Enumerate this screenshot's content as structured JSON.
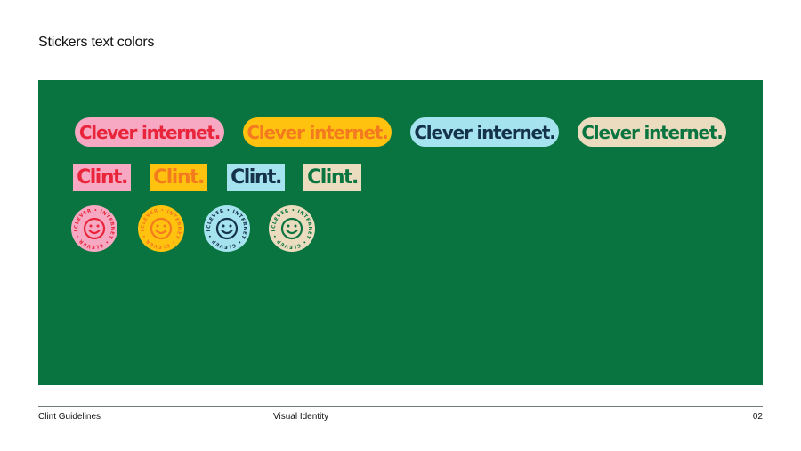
{
  "page": {
    "title": "Stickers text colors"
  },
  "panel": {
    "background": "#0a7440"
  },
  "stickers": {
    "pills": [
      {
        "text": "Clever internet.",
        "bg": "#f7a8c2",
        "fg": "#e8253a"
      },
      {
        "text": "Clever internet.",
        "bg": "#ffc20e",
        "fg": "#f47a1f"
      },
      {
        "text": "Clever internet.",
        "bg": "#a5e3ef",
        "fg": "#14324a"
      },
      {
        "text": "Clever internet.",
        "bg": "#ecdcbf",
        "fg": "#0a7440"
      }
    ],
    "tags": [
      {
        "text": "Clint.",
        "bg": "#f7a8c2",
        "fg": "#e8253a"
      },
      {
        "text": "Clint.",
        "bg": "#ffc20e",
        "fg": "#f47a1f"
      },
      {
        "text": "Clint.",
        "bg": "#a5e3ef",
        "fg": "#14324a"
      },
      {
        "text": "Clint.",
        "bg": "#ecdcbf",
        "fg": "#0a7440"
      }
    ],
    "badges": [
      {
        "ring_text": "CLEVER • INTERNET • CLEVER • INTERNET • ",
        "bg": "#f7a8c2",
        "fg": "#e8253a",
        "icon": "smiley-icon"
      },
      {
        "ring_text": "CLEVER • INTERNET • CLEVER • INTERNET • ",
        "bg": "#ffc20e",
        "fg": "#f47a1f",
        "icon": "smiley-icon"
      },
      {
        "ring_text": "CLEVER • INTERNET • CLEVER • INTERNET • ",
        "bg": "#a5e3ef",
        "fg": "#14324a",
        "icon": "smiley-icon"
      },
      {
        "ring_text": "CLEVER • INTERNET • CLEVER • INTERNET • ",
        "bg": "#ecdcbf",
        "fg": "#0a7440",
        "icon": "smiley-icon"
      }
    ]
  },
  "footer": {
    "left": "Clint Guidelines",
    "center": "Visual Identity",
    "right": "02"
  }
}
